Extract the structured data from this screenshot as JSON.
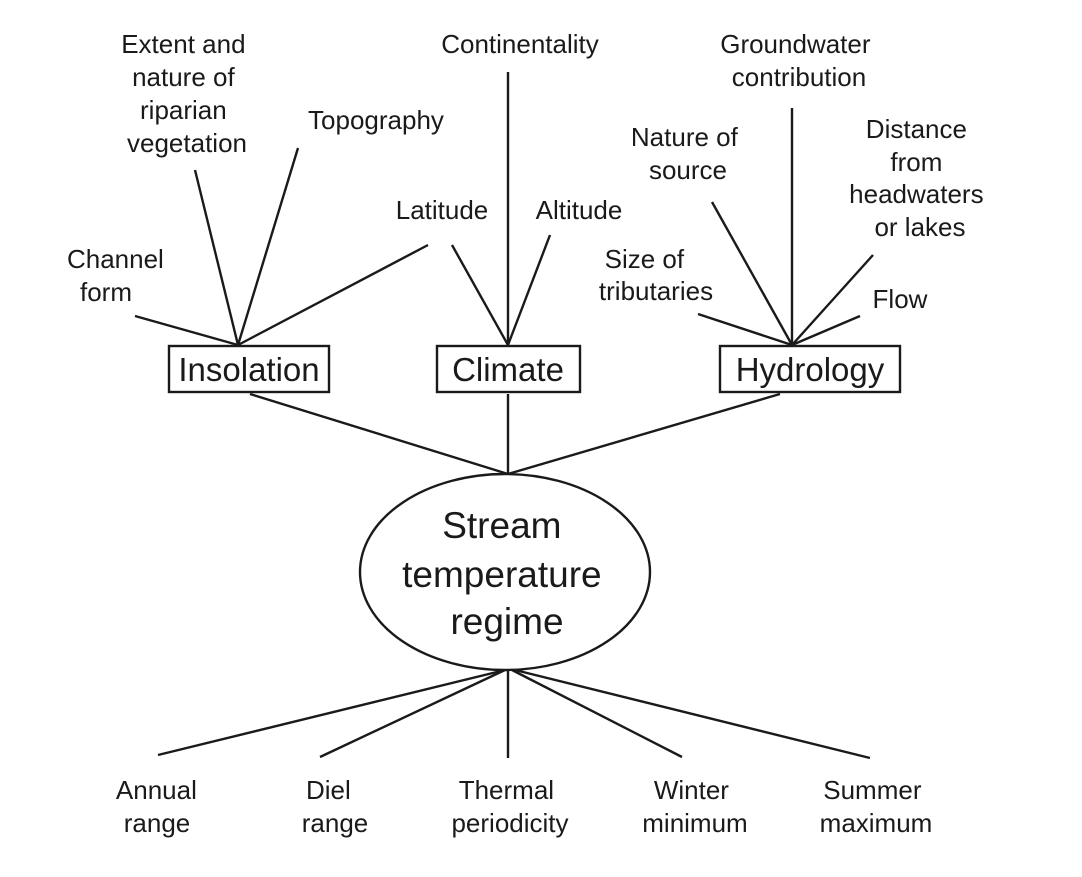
{
  "center": {
    "lines": [
      "Stream",
      "temperature",
      "regime"
    ]
  },
  "groups": {
    "insolation": {
      "label": "Insolation"
    },
    "climate": {
      "label": "Climate"
    },
    "hydrology": {
      "label": "Hydrology"
    }
  },
  "factors": {
    "riparian": [
      "Extent and",
      "nature of",
      "riparian",
      "vegetation"
    ],
    "topography": [
      "Topography"
    ],
    "channel": [
      "Channel",
      "form"
    ],
    "continentality": [
      "Continentality"
    ],
    "latitude": [
      "Latitude"
    ],
    "altitude": [
      "Altitude"
    ],
    "groundwater": [
      "Groundwater",
      "contribution"
    ],
    "source": [
      "Nature of",
      "source"
    ],
    "distance": [
      "Distance",
      "from",
      "headwaters",
      "or lakes"
    ],
    "tributaries": [
      "Size of",
      "tributaries"
    ],
    "flow": [
      "Flow"
    ]
  },
  "outputs": {
    "annual": [
      "Annual",
      "range"
    ],
    "diel": [
      "Diel",
      "range"
    ],
    "thermal": [
      "Thermal",
      "periodicity"
    ],
    "winter": [
      "Winter",
      "minimum"
    ],
    "summer": [
      "Summer",
      "maximum"
    ]
  }
}
